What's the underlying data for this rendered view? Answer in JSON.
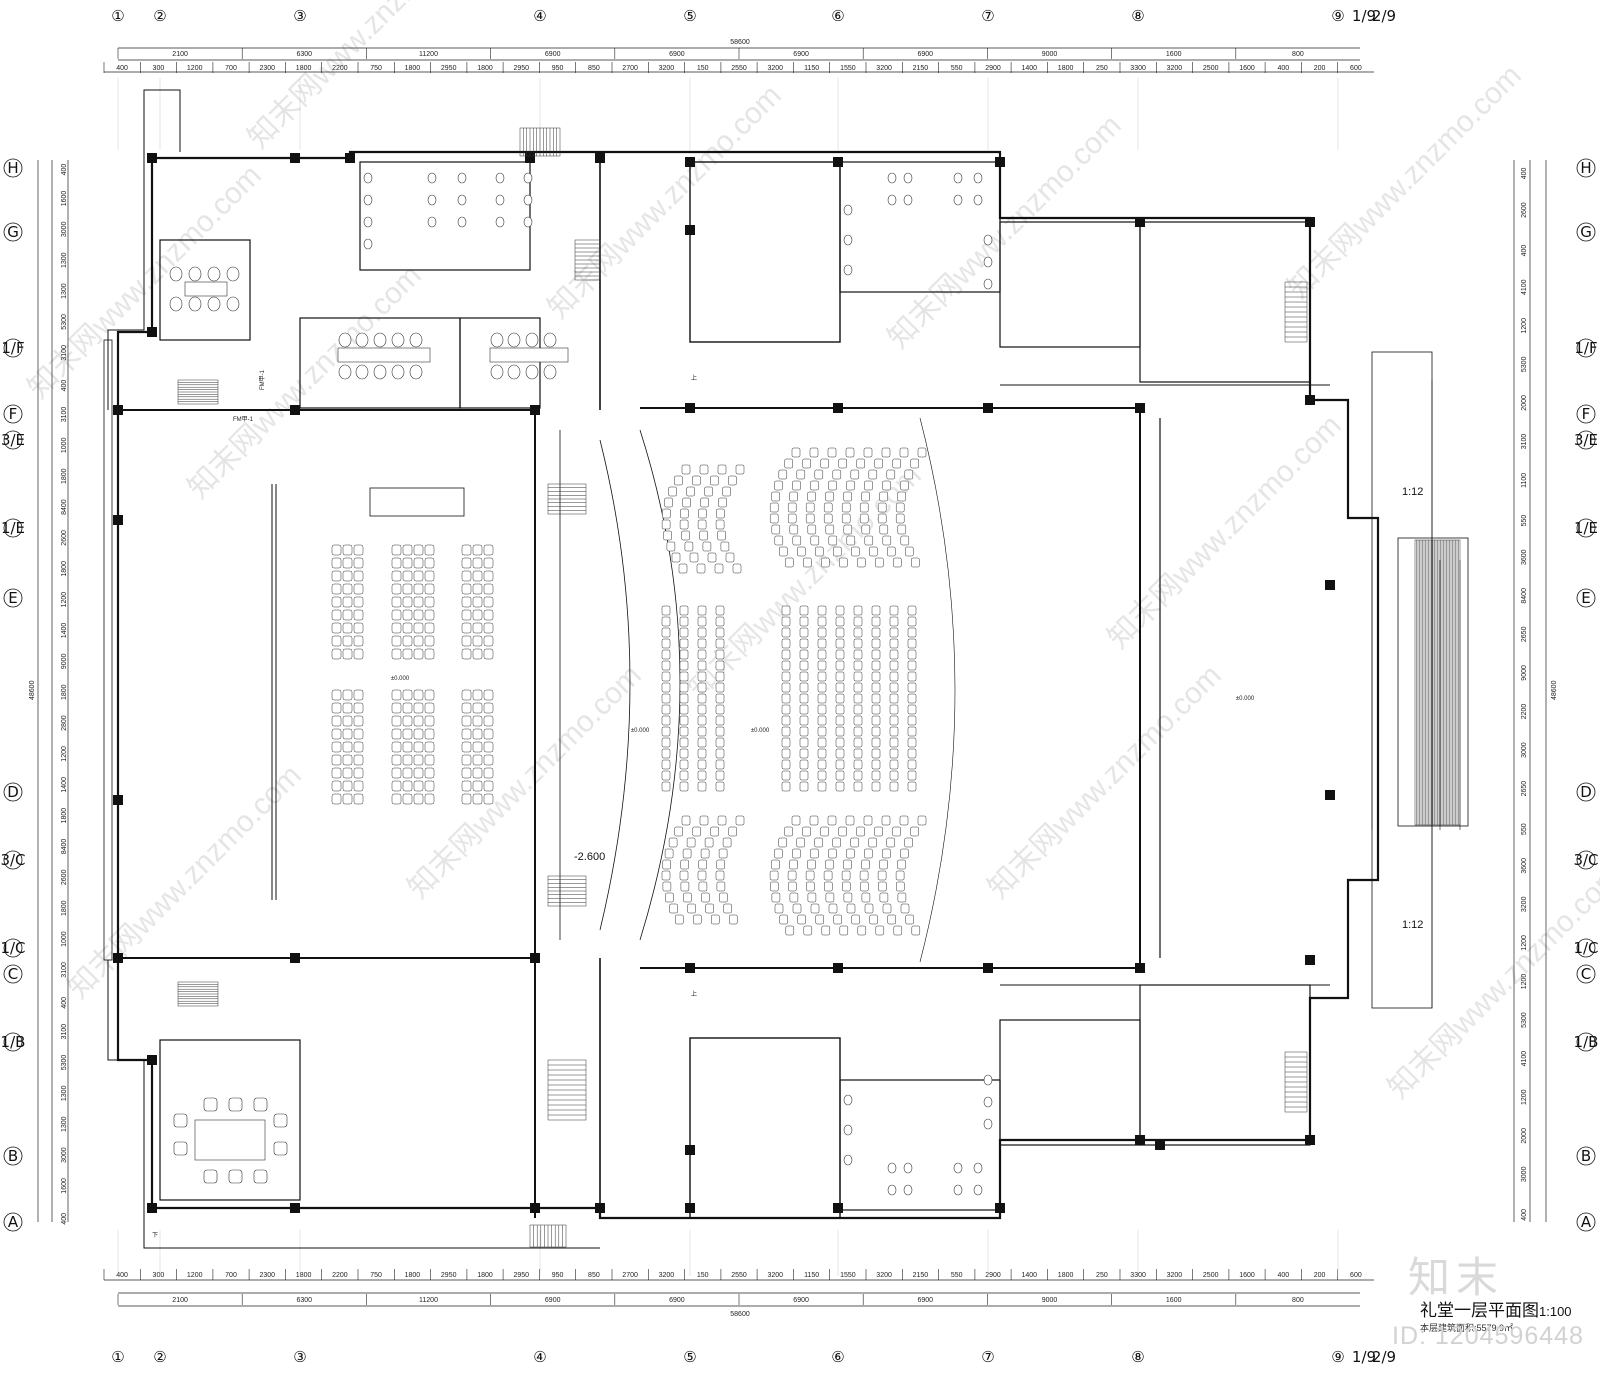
{
  "drawing": {
    "title": "礼堂一层平面图",
    "scale": "1:100",
    "subtitle": "本层建筑面积:5579.9㎡"
  },
  "brand": "知末",
  "image_id_label": "ID: 1204596448",
  "watermark": "知末网www.znzmo.com",
  "axes_top": [
    "①",
    "②",
    "③",
    "④",
    "⑤",
    "⑥",
    "⑦",
    "⑧",
    "⑨",
    "1/9",
    "2/9"
  ],
  "axes_side": [
    "H",
    "G",
    "1/F",
    "F",
    "3/E",
    "1/E",
    "E",
    "D",
    "3/C",
    "1/C",
    "C",
    "1/B",
    "B",
    "A"
  ],
  "dims_top_total": "58600",
  "dims_top_row1": [
    "2100",
    "6300",
    "11200",
    "6900",
    "6900",
    "6900",
    "6900",
    "9000",
    "1600",
    "800"
  ],
  "dims_top_row2": [
    "400",
    "300",
    "1200",
    "700",
    "2300",
    "1800",
    "2200",
    "750",
    "1800",
    "2950",
    "1800",
    "2950",
    "950",
    "850",
    "2700",
    "3200",
    "150",
    "2550",
    "3200",
    "1150",
    "1550",
    "3200",
    "2150",
    "550",
    "2900",
    "1400",
    "1800",
    "250",
    "3300",
    "3200",
    "2500",
    "1600",
    "400",
    "200",
    "600"
  ],
  "dims_left_total": "48600",
  "dims_left": [
    "400",
    "1600",
    "3000",
    "1300",
    "1300",
    "5300",
    "3100",
    "400",
    "3100",
    "1000",
    "1800",
    "8400",
    "2600",
    "1800",
    "1200",
    "1400",
    "9000",
    "1800",
    "2800",
    "1200",
    "1400",
    "1800",
    "8400",
    "2600",
    "1800",
    "1000",
    "3100",
    "400",
    "3100",
    "5300",
    "1300",
    "1300",
    "3000",
    "1600",
    "400"
  ],
  "dims_right": [
    "400",
    "2600",
    "400",
    "4100",
    "1200",
    "5300",
    "2000",
    "3100",
    "1100",
    "550",
    "3600",
    "8400",
    "2650",
    "9000",
    "2200",
    "3000",
    "2650",
    "550",
    "3600",
    "3200",
    "1200",
    "1200",
    "5300",
    "4100",
    "1200",
    "2000",
    "3000",
    "400"
  ],
  "labels": {
    "level_main": "±0.000",
    "level_pit": "-2.600",
    "ramp": "1:12",
    "fm": "FM甲-1",
    "stairs_down": "下",
    "stairs_up": "上"
  }
}
